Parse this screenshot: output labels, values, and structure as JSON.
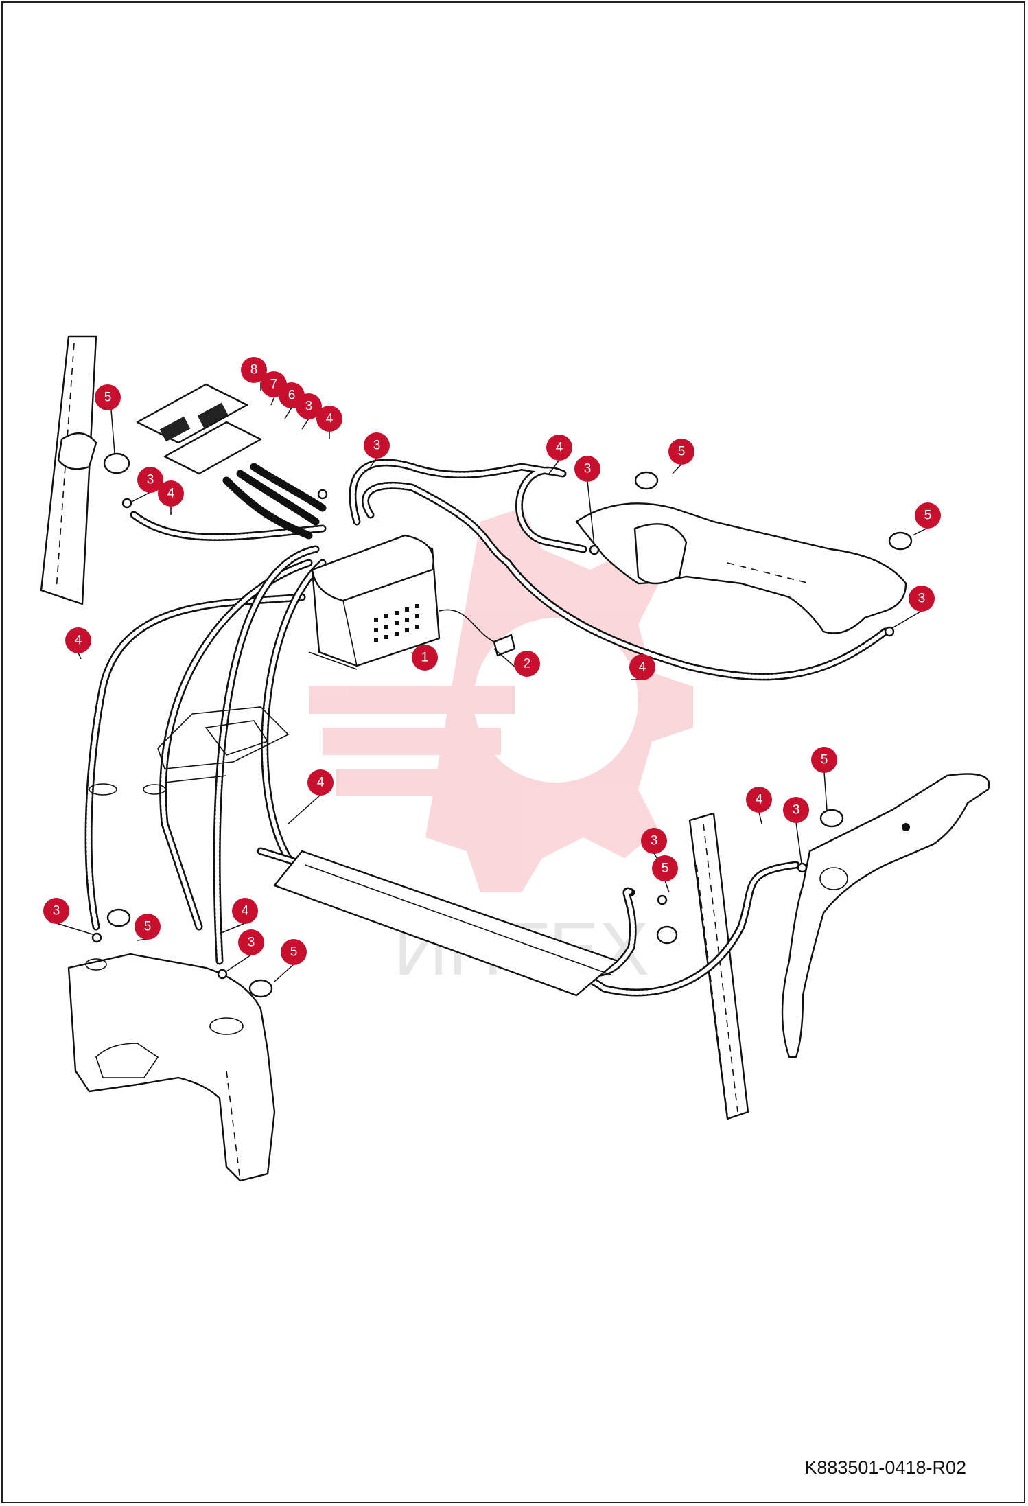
{
  "drawing_number": "K883501-0418-R02",
  "watermark_text": "ИНТЕХ",
  "callout_color": "#c8102e",
  "callouts": [
    {
      "label": "8"
    },
    {
      "label": "7"
    },
    {
      "label": "6"
    },
    {
      "label": "3"
    },
    {
      "label": "4"
    },
    {
      "label": "5"
    },
    {
      "label": "3"
    },
    {
      "label": "4"
    },
    {
      "label": "3"
    },
    {
      "label": "4"
    },
    {
      "label": "3"
    },
    {
      "label": "5"
    },
    {
      "label": "5"
    },
    {
      "label": "3"
    },
    {
      "label": "4"
    },
    {
      "label": "1"
    },
    {
      "label": "2"
    },
    {
      "label": "4"
    },
    {
      "label": "4"
    },
    {
      "label": "5"
    },
    {
      "label": "4"
    },
    {
      "label": "3"
    },
    {
      "label": "3"
    },
    {
      "label": "5"
    },
    {
      "label": "3"
    },
    {
      "label": "5"
    },
    {
      "label": "4"
    },
    {
      "label": "3"
    },
    {
      "label": "5"
    }
  ]
}
